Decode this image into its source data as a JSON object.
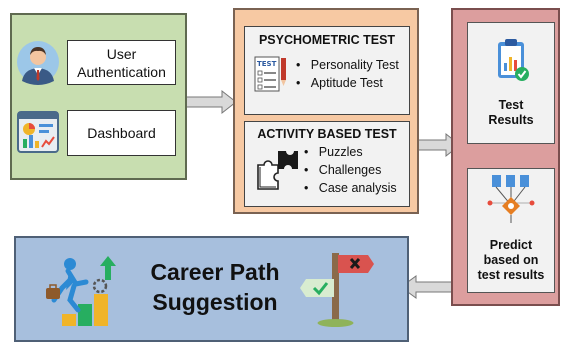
{
  "login": {
    "label": "User Authentication"
  },
  "dashboard": {
    "label": "Dashboard"
  },
  "psychometric": {
    "title": "PSYCHOMETRIC TEST",
    "icon_text": "TEST",
    "items": [
      "Personality Test",
      "Aptitude Test"
    ]
  },
  "activity": {
    "title": "ACTIVITY BASED TEST",
    "items": [
      "Puzzles",
      "Challenges",
      "Case analysis"
    ]
  },
  "results": {
    "line1": "Test",
    "line2": "Results"
  },
  "predict": {
    "line1": "Predict",
    "line2": "based on",
    "line3": "test results"
  },
  "career": {
    "line1": "Career Path",
    "line2": "Suggestion"
  },
  "colors": {
    "green_panel": "#c8deb0",
    "orange_panel": "#f7c9a3",
    "pink_panel": "#dc9e9e",
    "blue_panel": "#a7bfdd",
    "arrow": "#d9d9d9"
  }
}
